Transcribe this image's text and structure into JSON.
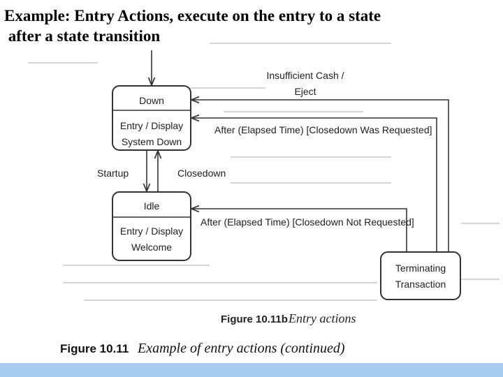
{
  "slide": {
    "title_line1": "Example: Entry Actions, execute on the entry to a state",
    "title_line2": " after a state transition"
  },
  "states": {
    "down": {
      "name": "Down",
      "action_line1": "Entry / Display",
      "action_line2": "System Down"
    },
    "idle": {
      "name": "Idle",
      "action_line1": "Entry / Display",
      "action_line2": "Welcome"
    },
    "terminating": {
      "line1": "Terminating",
      "line2": "Transaction"
    }
  },
  "transitions": {
    "insufficient_cash_line1": "Insufficient Cash /",
    "insufficient_cash_line2": "Eject",
    "closedown_requested": "After (Elapsed Time) [Closedown Was Requested]",
    "startup": "Startup",
    "closedown": "Closedown",
    "closedown_not_requested": "After (Elapsed Time) [Closedown Not Requested]"
  },
  "captions": {
    "subfigure_number": "Figure 10.11b",
    "subfigure_title": "Entry actions",
    "figure_number": "Figure 10.11",
    "figure_title": "Example of entry actions (continued)"
  },
  "colors": {
    "bottom_bar": "#a9cdf0",
    "line": "#333333"
  }
}
